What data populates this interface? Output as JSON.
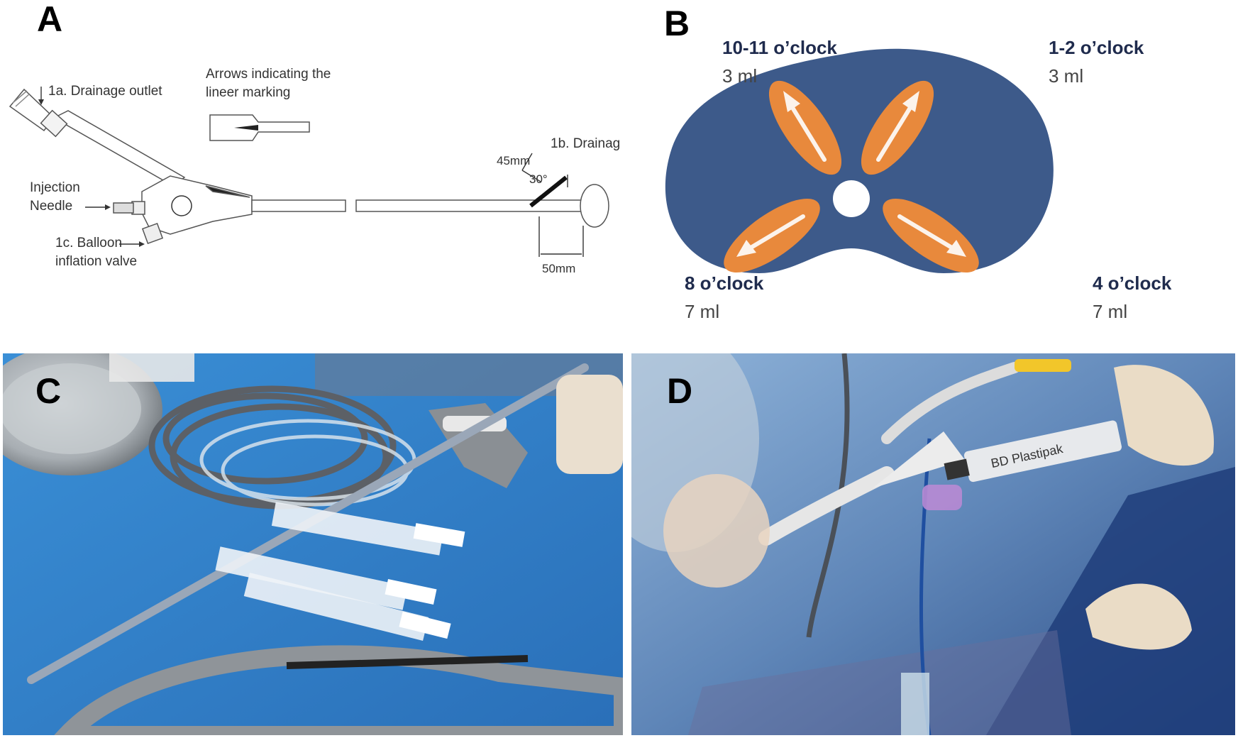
{
  "panels": {
    "a": {
      "letter": "A",
      "labels": {
        "drainage_outlet": "1a. Drainage outlet",
        "arrows_line1": "Arrows indicating the",
        "arrows_line2": "lineer marking",
        "injection_line1": "Injection",
        "injection_line2": "Needle",
        "balloon_line1": "1c. Balloon",
        "balloon_line2": "inflation valve",
        "drainag": "1b. Drainag",
        "dim_45": "45mm",
        "angle_30": "30°",
        "dim_50": "50mm"
      }
    },
    "b": {
      "letter": "B",
      "positions": [
        {
          "clock": "10-11 o’clock",
          "volume": "3 ml"
        },
        {
          "clock": "1-2 o’clock",
          "volume": "3 ml"
        },
        {
          "clock": "8 o’clock",
          "volume": "7 ml"
        },
        {
          "clock": "4 o’clock",
          "volume": "7 ml"
        }
      ],
      "colors": {
        "shape": "#3d5a8a",
        "arrow": "#e8893c",
        "center": "#ffffff"
      }
    },
    "c": {
      "letter": "C"
    },
    "d": {
      "letter": "D",
      "syringe_brand": "BD Plastipak"
    }
  }
}
